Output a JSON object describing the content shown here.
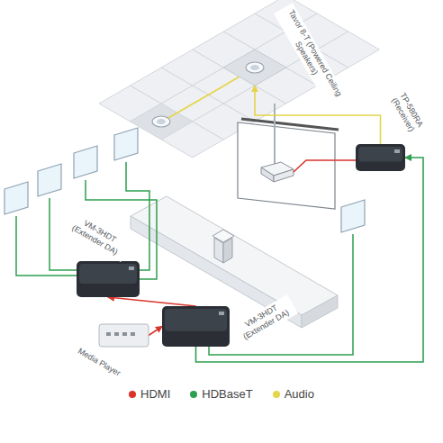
{
  "diagram": {
    "nodes": [
      {
        "text": [
          "Tavor 8-T (Powered Ceiling Speakers)"
        ]
      },
      {
        "text": [
          "TP-580RA (Receiver)"
        ]
      },
      {
        "text": [
          "VM-3HDT (Extender DA)"
        ]
      },
      {
        "text": [
          "VM-3HDT (Extender DA)"
        ]
      },
      {
        "text": [
          "Media Player"
        ]
      }
    ],
    "edges": [
      {
        "from": 4,
        "to": 3,
        "arrow": "to"
      },
      {
        "from": 3,
        "to": 2,
        "arrow": "to"
      },
      {
        "from": 3,
        "to": 1,
        "arrow": "to"
      },
      {
        "from": 1,
        "to": 0,
        "arrow": "to"
      }
    ],
    "legend": [
      {
        "text": "HDMI",
        "color": "#d9342b"
      },
      {
        "text": "HDBaseT",
        "color": "#2e9e4f"
      },
      {
        "text": "Audio",
        "color": "#e6d44a"
      }
    ]
  }
}
